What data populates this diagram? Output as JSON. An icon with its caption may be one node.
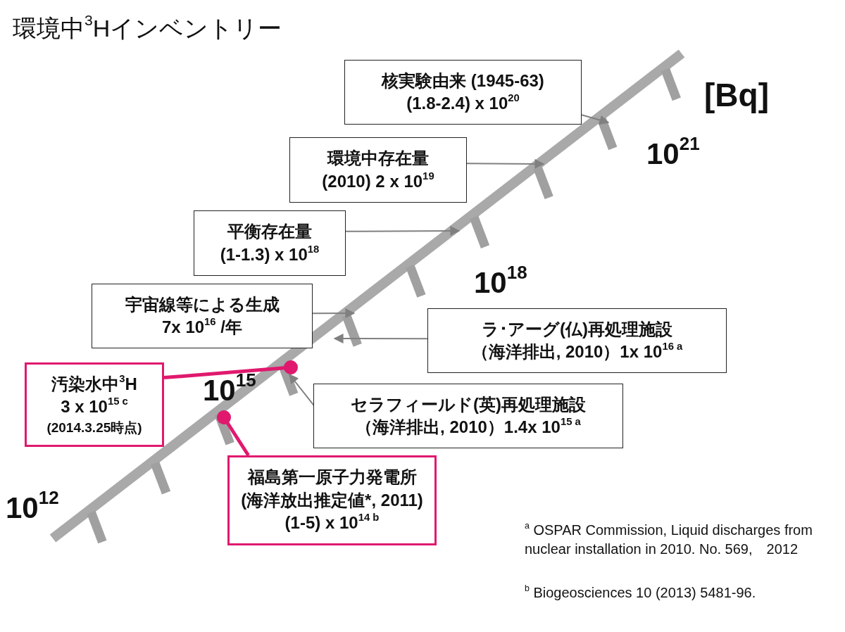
{
  "diagram": {
    "title": "環境中$^{3}$Hインベントリー",
    "nodes": [
      {
        "text": [
          "核実験由来 (1945-63)",
          "(1.8-2.4) x 10$^{20}$"
        ]
      },
      {
        "text": [
          "環境中存在量",
          "(2010) 2 x 10$^{19}$"
        ]
      },
      {
        "text": [
          "平衡存在量",
          "(1-1.3) x 10$^{18}$"
        ]
      },
      {
        "text": [
          "宇宙線等による生成",
          "7x 10$^{16}$ /年"
        ]
      },
      {
        "text": [
          "ラ･アーグ(仏)再処理施設",
          "（海洋排出, 2010）1x 10$^{16 a}$"
        ]
      },
      {
        "text": [
          "汚染水中$^{3}$H",
          "3 x 10$^{15 c}$",
          "(2014.3.25時点)"
        ]
      },
      {
        "text": [
          "セラフィールド(英)再処理施設",
          "（海洋排出, 2010）1.4x 10$^{15 a}$"
        ]
      },
      {
        "text": [
          "福島第一原子力発電所",
          "(海洋放出推定値*, 2011)",
          "(1-5) x 10$^{14 b}$"
        ]
      },
      {
        "text": [],
        "shape": "bar"
      }
    ],
    "edges": [
      {
        "from": 0,
        "to": 8,
        "arrow": "to"
      },
      {
        "from": 1,
        "to": 8,
        "arrow": "to"
      },
      {
        "from": 2,
        "to": 8,
        "arrow": "to"
      },
      {
        "from": 3,
        "to": 8,
        "arrow": "to"
      },
      {
        "from": 4,
        "to": 8,
        "arrow": "to"
      },
      {
        "from": 5,
        "to": 8,
        "arrow": "other",
        "style": "thick",
        "color": "#e0196e"
      },
      {
        "from": 6,
        "to": 8,
        "arrow": "to"
      },
      {
        "from": 7,
        "to": 8,
        "arrow": "other",
        "style": "thick",
        "color": "#e0196e"
      }
    ],
    "labels": [
      "[Bq]",
      "10$^{21}$",
      "10$^{18}$",
      "10$^{15}$",
      "10$^{12}$",
      "$^{a}$ OSPAR Commission, Liquid discharges from nuclear installation in 2010.  No. 569,　2012",
      "$^{b}$ Biogeosciences 10 (2013) 5481-96."
    ]
  }
}
